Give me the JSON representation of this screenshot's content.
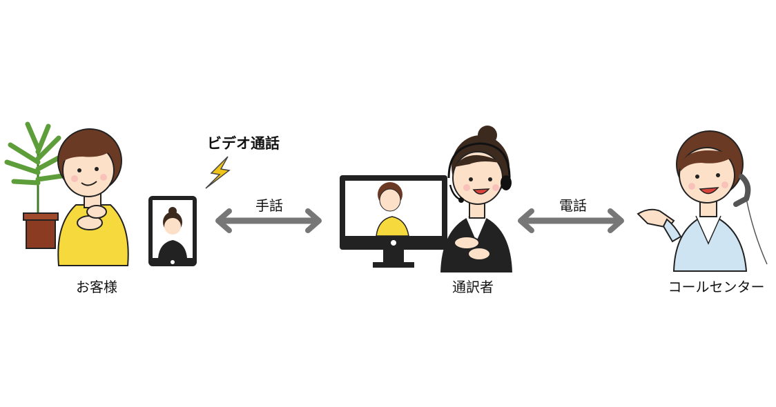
{
  "labels": {
    "customer": "お客様",
    "interpreter": "通訳者",
    "call_center": "コールセンター",
    "video_call": "ビデオ通話",
    "sign_language": "手話",
    "telephone": "電話"
  },
  "colors": {
    "arrow": "#777777",
    "customer_shirt": "#F6D93C",
    "center_shirt": "#CFE4F3",
    "hair": "#6B3A24",
    "skin": "#FCE0C8",
    "lightning": "#F0C419",
    "plant": "#5E9E3A",
    "pot": "#8A3B22"
  },
  "icons": [
    "plant-icon",
    "tablet-icon",
    "lightning-icon",
    "monitor-icon",
    "headset-icon",
    "telephone-icon",
    "double-arrow-icon"
  ]
}
